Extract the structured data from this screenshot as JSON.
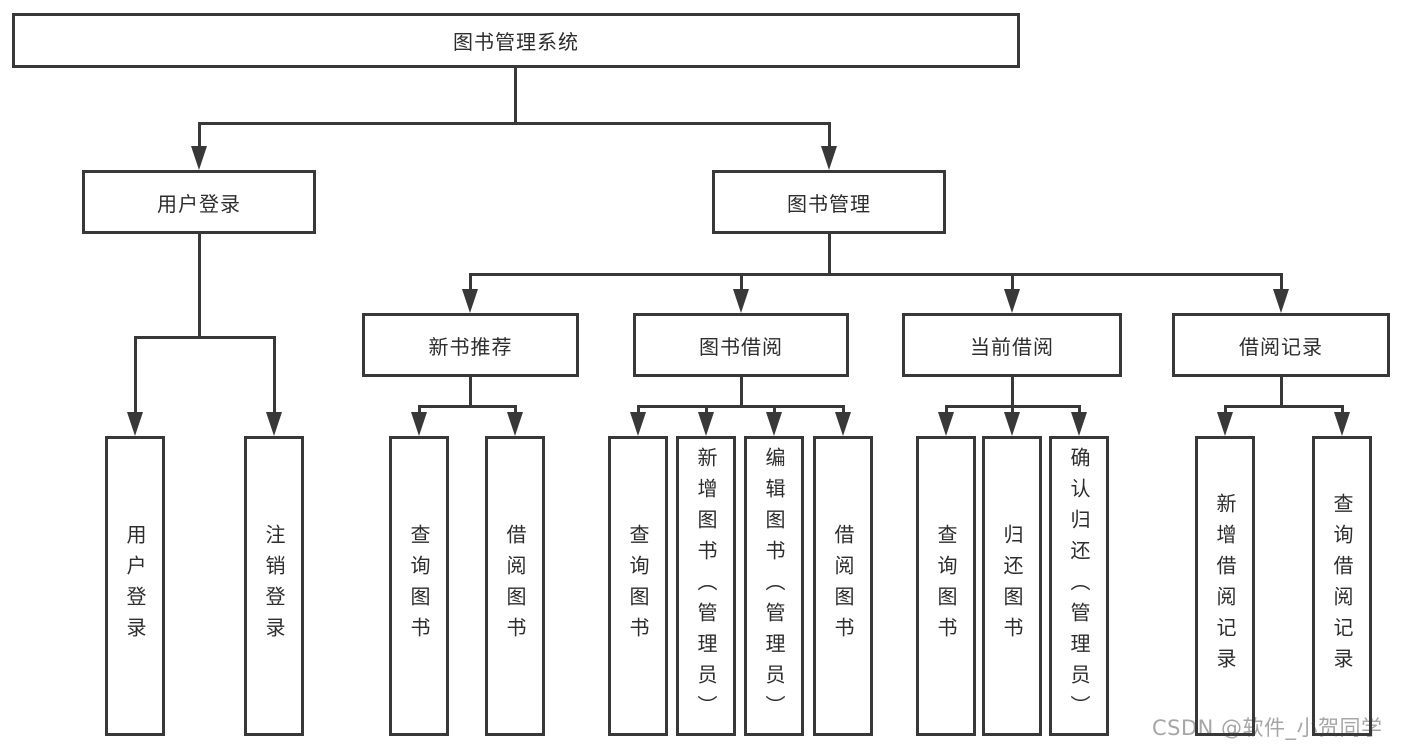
{
  "colors": {
    "line": "#383838",
    "text": "#2d2d2d",
    "watermark": "#a6a6a6",
    "background": "#ffffff"
  },
  "watermark": "CSDN @软件_小贺同学",
  "tree": {
    "root": {
      "label": "图书管理系统",
      "children": [
        {
          "label": "用户登录",
          "children": [
            {
              "label": "用户登录"
            },
            {
              "label": "注销登录"
            }
          ]
        },
        {
          "label": "图书管理",
          "children": [
            {
              "label": "新书推荐",
              "children": [
                {
                  "label": "查询图书"
                },
                {
                  "label": "借阅图书"
                }
              ]
            },
            {
              "label": "图书借阅",
              "children": [
                {
                  "label": "查询图书"
                },
                {
                  "label": "新增图书（管理员）"
                },
                {
                  "label": "编辑图书（管理员）"
                },
                {
                  "label": "借阅图书"
                }
              ]
            },
            {
              "label": "当前借阅",
              "children": [
                {
                  "label": "查询图书"
                },
                {
                  "label": "归还图书"
                },
                {
                  "label": "确认归还（管理员）"
                }
              ]
            },
            {
              "label": "借阅记录",
              "children": [
                {
                  "label": "新增借阅记录"
                },
                {
                  "label": "查询借阅记录"
                }
              ]
            }
          ]
        }
      ]
    }
  }
}
